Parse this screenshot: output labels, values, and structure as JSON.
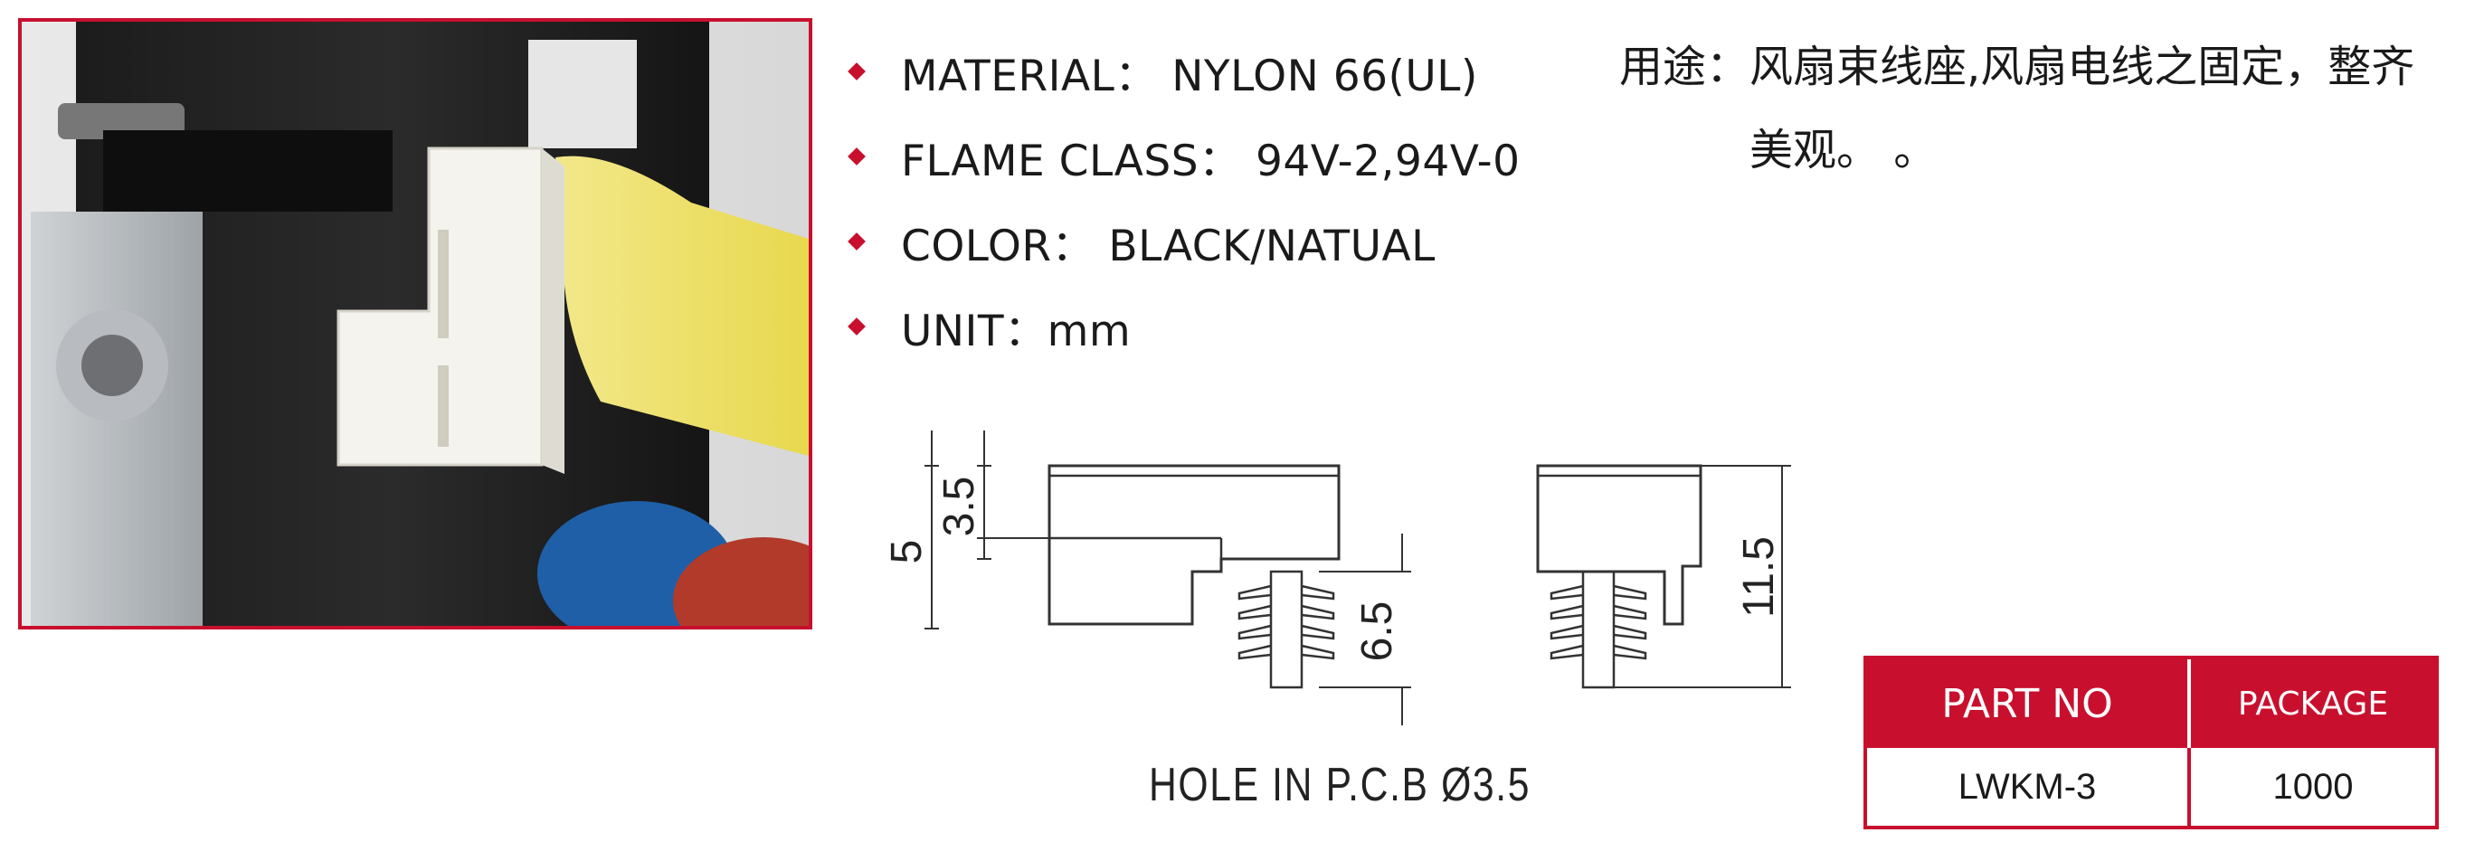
{
  "specs": [
    {
      "text": "MATERIAL： NYLON 66(UL)"
    },
    {
      "text": "FLAME CLASS： 94V-2,94V-0"
    },
    {
      "text": "COLOR： BLACK/NATUAL"
    },
    {
      "text": "UNIT：mm"
    }
  ],
  "usage": {
    "label": "用途：",
    "text": "风扇束线座,风扇电线之固定，整齐美观。 。"
  },
  "drawing": {
    "dim_5": "5",
    "dim_3_5": "3.5",
    "dim_6_5": "6.5",
    "dim_11_5": "11.5",
    "hole_note": "HOLE IN P.C.B Ø3.5"
  },
  "table": {
    "headers": [
      "PART NO",
      "PACKAGE"
    ],
    "rows": [
      [
        "LWKM-3",
        "1000"
      ]
    ]
  },
  "colors": {
    "accent": "#c8102e"
  }
}
